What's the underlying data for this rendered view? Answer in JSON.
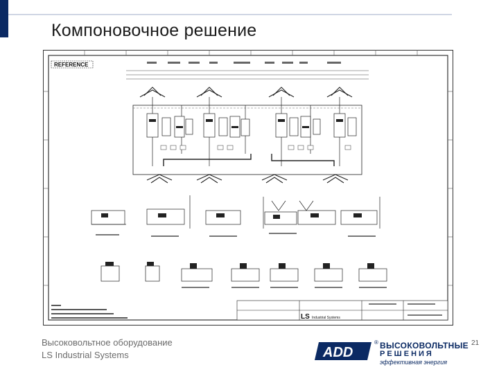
{
  "slide": {
    "title": "Компоновочное решение",
    "page_number": "21"
  },
  "drawing": {
    "reference_label": "REFERENCE",
    "title_block_brand": "LS",
    "title_block_company": "Industrial Systems"
  },
  "footer": {
    "line1": "Высоковольтное оборудование",
    "line2": "LS Industrial Systems"
  },
  "logo": {
    "mark": "ADD",
    "registered": "®",
    "line1": "ВЫСОКОВОЛЬТНЫЕ",
    "line2": "РЕШЕНИЯ",
    "line3": "эффективная энергия",
    "color": "#0b2a63"
  }
}
